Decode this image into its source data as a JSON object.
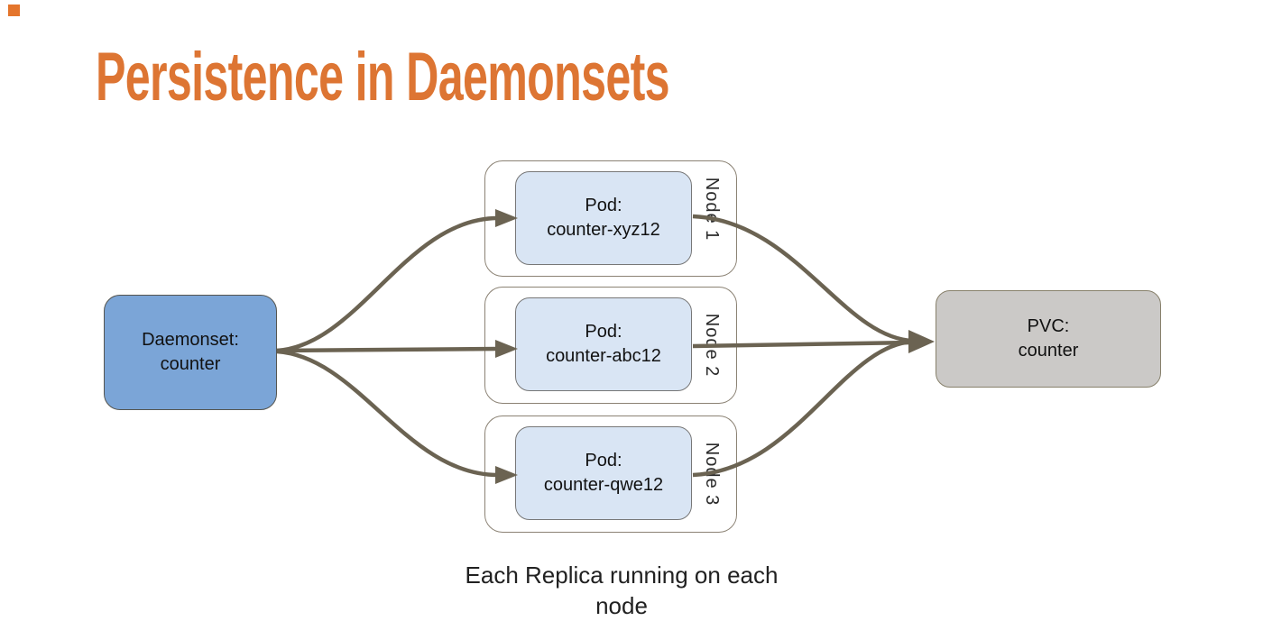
{
  "slide": {
    "title": "Persistence in Daemonsets",
    "title_color": "#DD7533",
    "accent_square_color": "#E4752C",
    "caption_line1": "Each Replica running on each",
    "caption_line2": "node"
  },
  "diagram": {
    "daemonset": {
      "line1": "Daemonset:",
      "line2": "counter",
      "fill": "#7BA5D7"
    },
    "nodes": [
      {
        "name": "Node 1",
        "pod": {
          "line1": "Pod:",
          "line2": "counter-xyz12"
        }
      },
      {
        "name": "Node 2",
        "pod": {
          "line1": "Pod:",
          "line2": "counter-abc12"
        }
      },
      {
        "name": "Node 3",
        "pod": {
          "line1": "Pod:",
          "line2": "counter-qwe12"
        }
      }
    ],
    "pvc": {
      "line1": "PVC:",
      "line2": "counter",
      "fill": "#CBC9C7"
    },
    "pod_fill": "#D9E5F4",
    "node_border": "#8B8274",
    "arrow_color": "#6B6352"
  }
}
